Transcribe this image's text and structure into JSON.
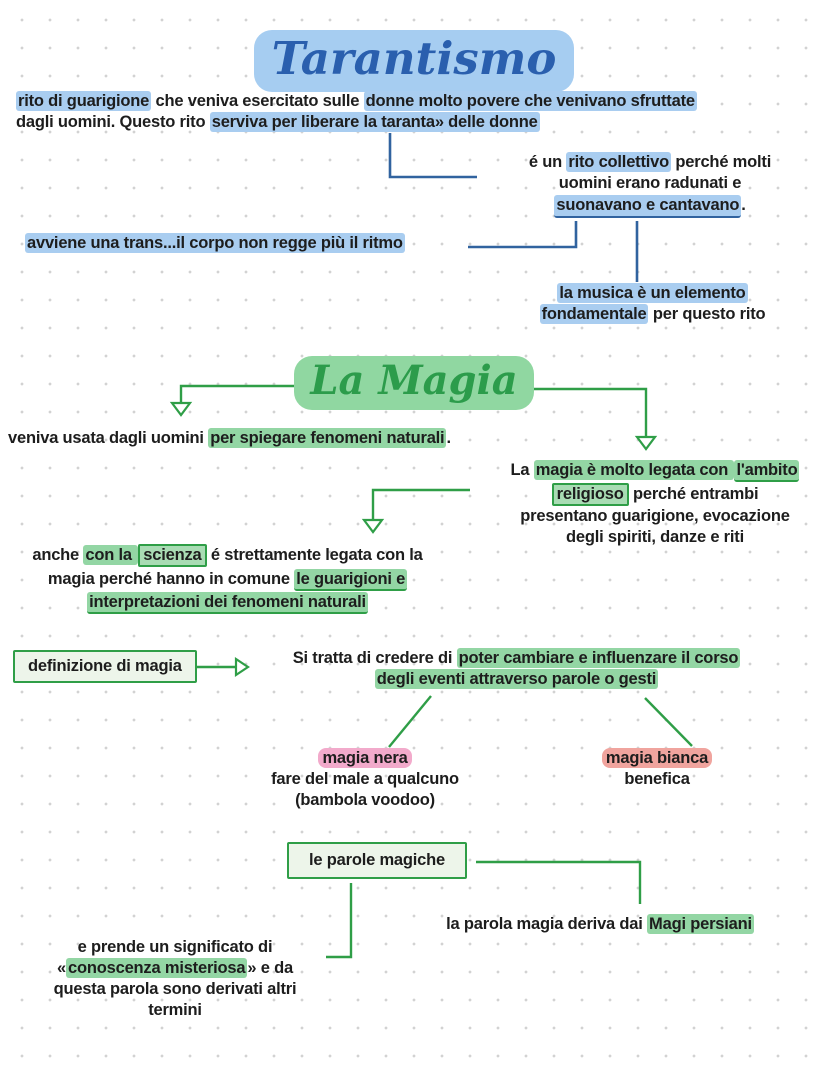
{
  "colors": {
    "blue_ink": "#31639f",
    "blue_highlight": "#a9cdf0",
    "blue_title": "#2a5fae",
    "green_ink": "#2f9e47",
    "green_highlight": "#93d6a4",
    "green_title": "#2c9c4b",
    "pink_highlight": "#f2aacb",
    "salmon_highlight": "#f0a49e",
    "ink_black": "#1d1d1d"
  },
  "tarantismo": {
    "title": "Tarantismo",
    "intro": {
      "l1": [
        "rito di guarigione",
        " che veniva esercitato sulle ",
        "donne molto povere che venivano sfruttate"
      ],
      "l2": [
        "dagli uomini. Questo rito ",
        "serviva per liberare la taranta» delle donne"
      ]
    },
    "rito_collettivo": {
      "l1": [
        "é un ",
        "rito collettivo",
        " perché molti"
      ],
      "l2": [
        "uomini erano radunati e"
      ],
      "l3": [
        "suonavano e cantavano",
        "."
      ]
    },
    "trans": {
      "l1": [
        "avviene una trans...il corpo non regge più il ritmo"
      ]
    },
    "musica": {
      "l1": [
        "la musica è un elemento"
      ],
      "l2": [
        "fondamentale",
        " per questo rito"
      ]
    }
  },
  "magia": {
    "title": "La Magia",
    "fenomeni": {
      "l1": [
        "veniva usata dagli uomini ",
        "per spiegare fenomeni naturali",
        "."
      ]
    },
    "religioso": {
      "l1": [
        "La ",
        "magia è molto legata con ",
        "l'ambito"
      ],
      "l2": [
        "religioso",
        " perché entrambi"
      ],
      "l3": [
        "presentano guarigione, evocazione"
      ],
      "l4": [
        "degli spiriti, danze e riti"
      ]
    },
    "scienza": {
      "l1": [
        "anche ",
        "con la ",
        "scienza",
        " é strettamente legata con la"
      ],
      "l2": [
        "magia perché hanno in comune ",
        "le guarigioni e"
      ],
      "l3": [
        "interpretazioni dei fenomeni naturali"
      ]
    },
    "definizione_box": "definizione di magia",
    "definizione": {
      "l1": [
        "Si tratta di credere di ",
        "poter cambiare e influenzare il corso"
      ],
      "l2": [
        "degli eventi attraverso parole o gesti"
      ]
    },
    "nera": {
      "l1": [
        "magia nera"
      ],
      "l2": [
        "fare del male a qualcuno"
      ],
      "l3": [
        "(bambola voodoo)"
      ]
    },
    "bianca": {
      "l1": [
        "magia bianca"
      ],
      "l2": [
        "benefica"
      ]
    },
    "parole_box": "le parole magiche",
    "derivazione": {
      "l1": [
        "la parola magia deriva dai ",
        "Magi persiani"
      ]
    },
    "significato": {
      "l1": [
        "e prende un significato di"
      ],
      "l2": [
        "«",
        "conoscenza misteriosa",
        "» e da"
      ],
      "l3": [
        "questa parola sono derivati altri"
      ],
      "l4": [
        "termini"
      ]
    }
  }
}
